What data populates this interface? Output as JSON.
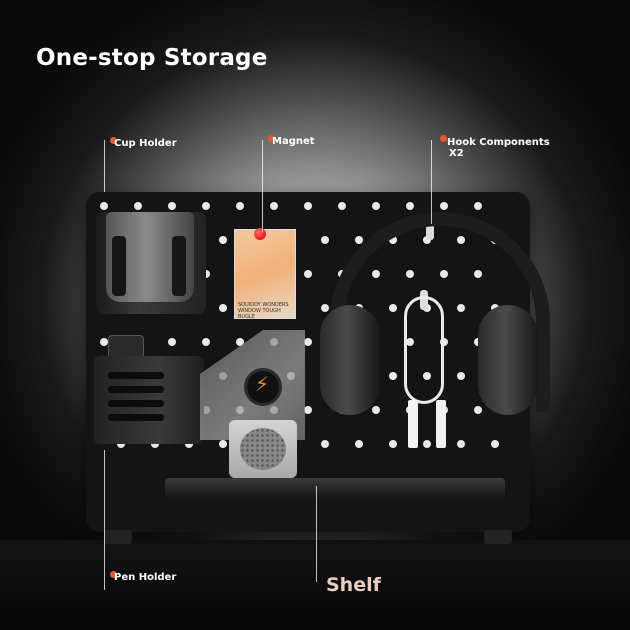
{
  "title": "One-stop Storage",
  "labels": {
    "cup_holder": "Cup Holder",
    "magnet": "Magnet",
    "hook_components": "Hook Components",
    "hook_count": "X2",
    "pen_holder": "Pen Holder",
    "shelf": "Shelf"
  },
  "magnet_card_text": "SQUIDDY WONDERS WINDOW TOUGH BUGLE",
  "colors": {
    "accent_dot": "#e25a2c",
    "board": "#141414",
    "charger_bolt": "#f08a24",
    "pin": "#cc0000"
  },
  "icons": {
    "charger": "lightning-bolt-icon"
  }
}
